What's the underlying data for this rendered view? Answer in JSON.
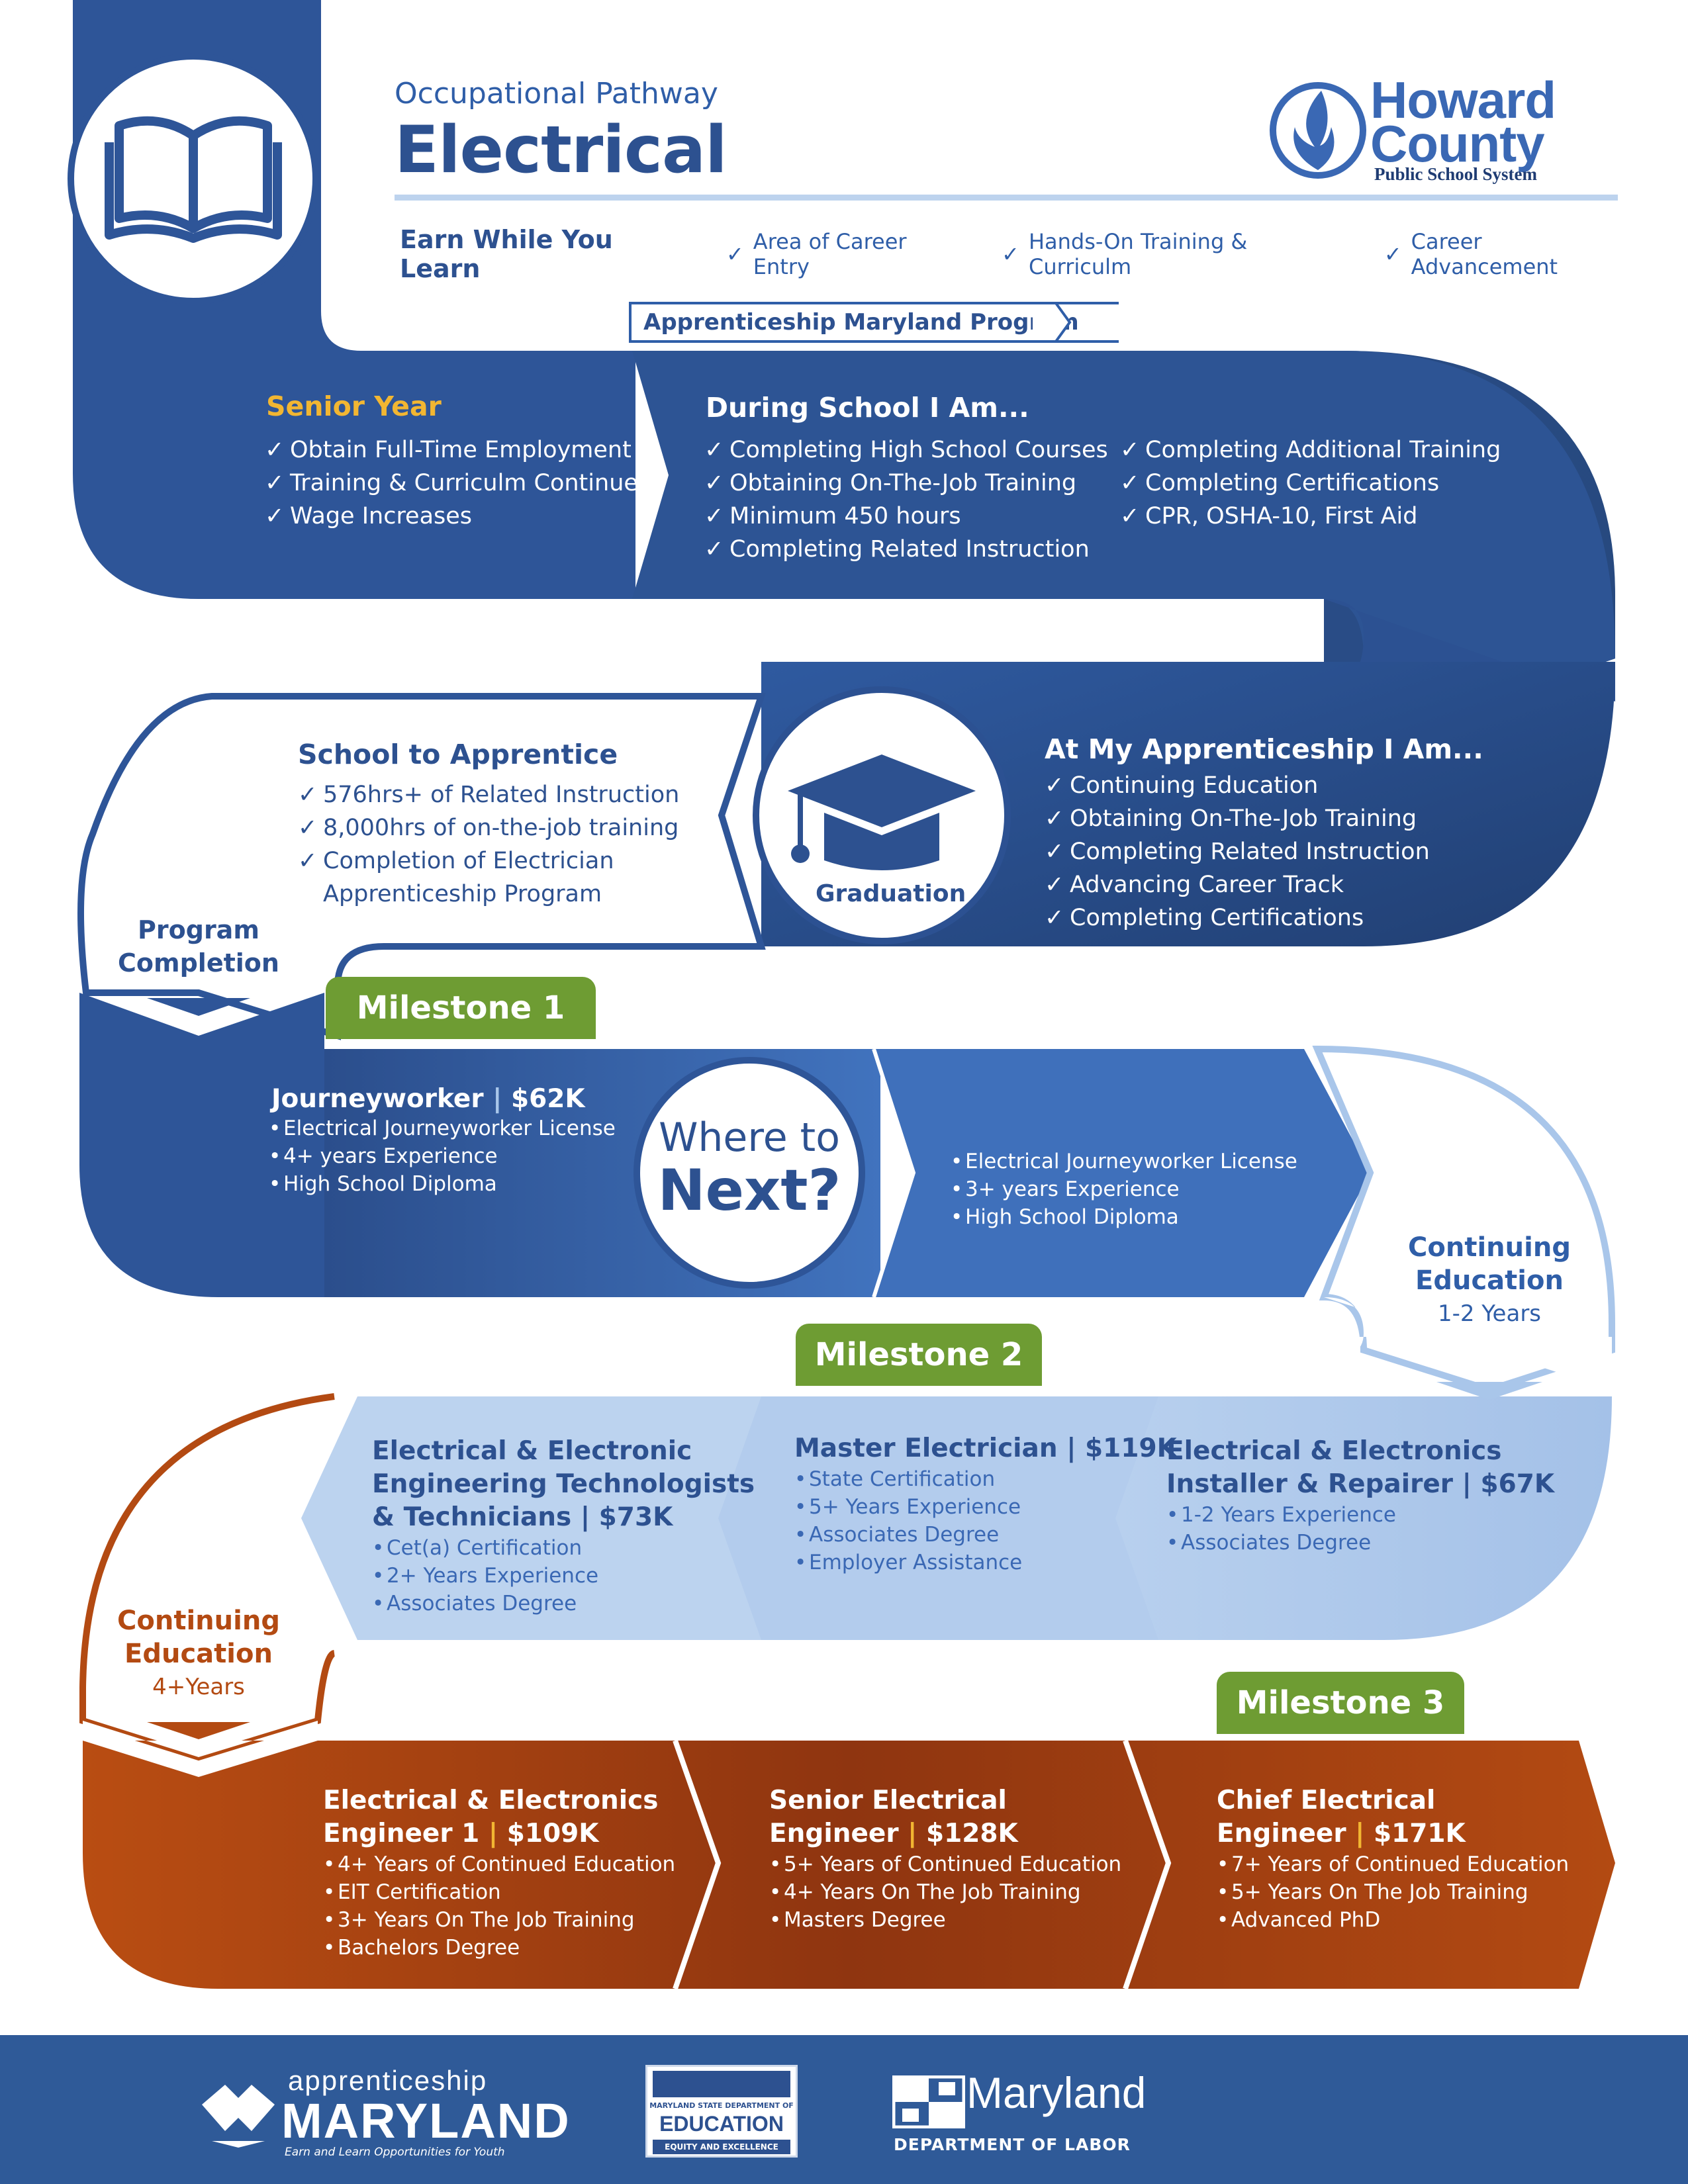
{
  "header": {
    "subtitle": "Occupational Pathway",
    "title": "Electrical",
    "strip_lead": "Earn While You Learn",
    "strip_items": [
      "Area of Career Entry",
      "Hands-On Training & Curriculm",
      "Career Advancement"
    ]
  },
  "logo": {
    "line1": "Howard",
    "line2": "County",
    "line3": "Public School System"
  },
  "program_tab": "Apprenticeship Maryland Program",
  "senior_year": {
    "title": "Senior Year",
    "items": [
      "Obtain Full-Time Employment",
      "Training & Curriculm Continues",
      "Wage Increases"
    ]
  },
  "during_school": {
    "title": "During School I Am...",
    "col1": [
      "Completing High School Courses",
      "Obtaining On-The-Job Training",
      "Minimum 450 hours",
      "Completing Related Instruction"
    ],
    "col2": [
      "Completing Additional Training",
      "Completing Certifications",
      "CPR, OSHA-10, First Aid"
    ]
  },
  "school_to_apprentice": {
    "title": "School to Apprentice",
    "items": [
      "576hrs+ of Related Instruction",
      "8,000hrs of on-the-job training",
      "Completion of Electrician",
      "Apprenticeship Program"
    ]
  },
  "graduation_label": "Graduation",
  "at_apprenticeship": {
    "title": "At My Apprenticeship I Am...",
    "items": [
      "Continuing Education",
      "Obtaining On-The-Job Training",
      "Completing Related Instruction",
      "Advancing Career Track",
      "Completing Certifications"
    ]
  },
  "program_completion": {
    "line1": "Program",
    "line2": "Completion"
  },
  "milestones": {
    "m1": "Milestone 1",
    "m2": "Milestone 2",
    "m3": "Milestone 3"
  },
  "journeyworker": {
    "name": "Journeyworker",
    "salary": "$62K",
    "items": [
      "Electrical Journeyworker License",
      "4+ years Experience",
      "High School Diploma"
    ]
  },
  "where_next": {
    "line1": "Where to",
    "line2": "Next?"
  },
  "next_requirements": [
    "Electrical Journeyworker License",
    "3+ years Experience",
    "High School Diploma"
  ],
  "continuing_ed_right": {
    "line1": "Continuing",
    "line2": "Education",
    "line3": "1-2 Years"
  },
  "continuing_ed_left": {
    "line1": "Continuing",
    "line2": "Education",
    "line3": "4+Years"
  },
  "tier2": [
    {
      "title_lines": [
        "Electrical & Electronic",
        "Engineering Technologists",
        "& Technicians"
      ],
      "salary": "$73K",
      "items": [
        "Cet(a) Certification",
        "2+ Years Experience",
        "Associates Degree"
      ]
    },
    {
      "title_lines": [
        "Master Electrician"
      ],
      "salary": "$119K",
      "items": [
        "State Certification",
        "5+ Years Experience",
        "Associates Degree",
        "Employer Assistance"
      ]
    },
    {
      "title_lines": [
        "Electrical & Electronics",
        "Installer & Repairer"
      ],
      "salary": "$67K",
      "items": [
        "1-2 Years Experience",
        "Associates Degree"
      ]
    }
  ],
  "tier3": [
    {
      "title_lines": [
        "Electrical & Electronics",
        "Engineer 1"
      ],
      "salary": "$109K",
      "items": [
        "4+ Years of Continued Education",
        "EIT Certification",
        "3+ Years On The Job Training",
        "Bachelors Degree"
      ]
    },
    {
      "title_lines": [
        "Senior Electrical",
        "Engineer"
      ],
      "salary": "$128K",
      "items": [
        "5+ Years of Continued Education",
        "4+ Years On The Job Training",
        "Masters Degree"
      ]
    },
    {
      "title_lines": [
        "Chief Electrical",
        "Engineer"
      ],
      "salary": "$171K",
      "items": [
        "7+ Years of Continued Education",
        "5+ Years On The Job Training",
        "Advanced PhD"
      ]
    }
  ],
  "footer": {
    "am_top": "apprenticeship",
    "am_main": "MARYLAND",
    "am_tag": "Earn and Learn Opportunities for Youth",
    "msde_top": "MARYLAND STATE DEPARTMENT OF",
    "msde_main": "EDUCATION",
    "msde_tag": "EQUITY AND EXCELLENCE",
    "labor_main": "Maryland",
    "labor_sub": "DEPARTMENT OF LABOR"
  },
  "colors": {
    "navy": "#2d5190",
    "blue": "#3a68b4",
    "light_blue": "#a9c6ea",
    "orange": "#b34a12",
    "green": "#6e9c33",
    "gold": "#f2b632"
  }
}
